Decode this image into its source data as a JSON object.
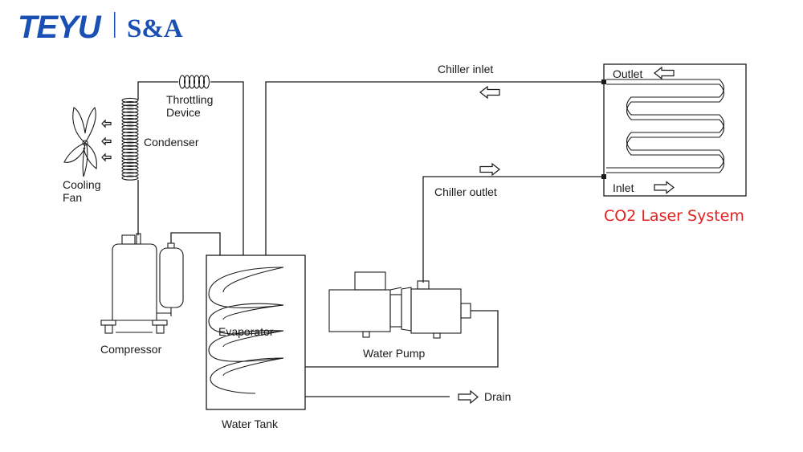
{
  "logo": {
    "brand_primary": "TEYU",
    "brand_secondary": "S&A",
    "color": "#1a4fb4"
  },
  "labels": {
    "throttling_line1": "Throttling",
    "throttling_line2": "Device",
    "condenser": "Condenser",
    "cooling_fan_line1": "Cooling",
    "cooling_fan_line2": "Fan",
    "compressor": "Compressor",
    "evaporator": "Evaporator",
    "water_tank": "Water Tank",
    "water_pump": "Water Pump",
    "drain": "Drain",
    "chiller_inlet": "Chiller inlet",
    "chiller_outlet": "Chiller outlet",
    "laser_outlet": "Outlet",
    "laser_inlet": "Inlet",
    "laser_system": "CO2 Laser System"
  },
  "colors": {
    "line": "#1a1a1a",
    "laser_system_title": "#e32121"
  },
  "icons": [
    "arrow-left-icon",
    "arrow-right-icon",
    "fan-icon",
    "coil-icon"
  ]
}
